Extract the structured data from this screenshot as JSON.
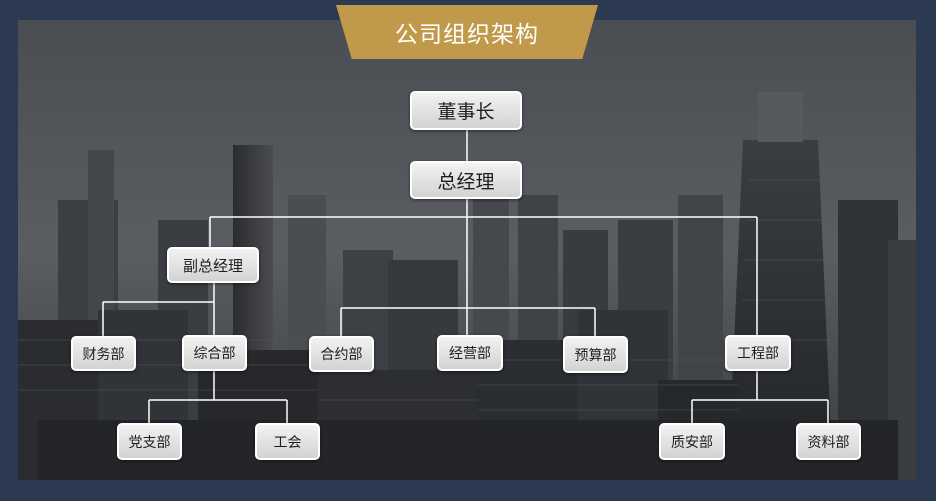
{
  "title": "公司组织架构",
  "nodes": {
    "chairman": "董事长",
    "general_manager": "总经理",
    "deputy_general_manager": "副总经理",
    "finance": "财务部",
    "general_affairs": "综合部",
    "party_branch": "党支部",
    "union": "工会",
    "contract": "合约部",
    "operations": "经营部",
    "budget": "预算部",
    "engineering": "工程部",
    "quality_safety": "质安部",
    "documents": "资料部"
  },
  "colors": {
    "frame": "#2b3a50",
    "title_tab": "#c09a4a",
    "node_fill": "#e2e2e2",
    "connector": "#ffffff"
  }
}
